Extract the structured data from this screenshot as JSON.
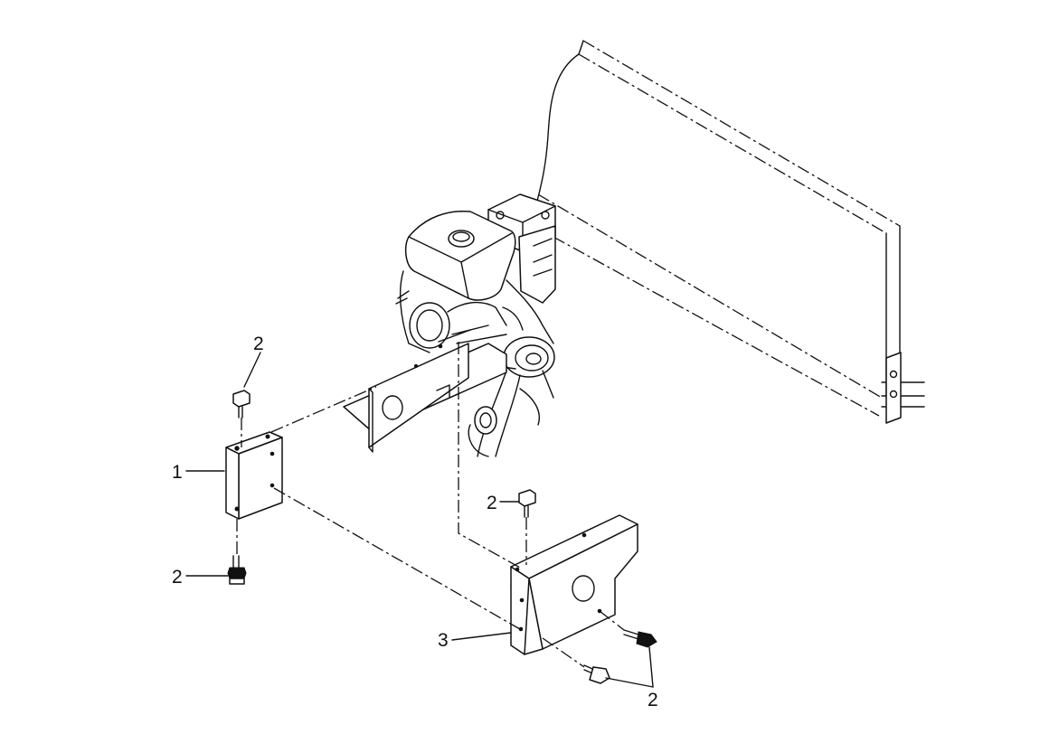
{
  "callouts": {
    "part_1": "1",
    "part_2_top": "2",
    "part_2_bottom_left": "2",
    "part_2_right_bracket": "2",
    "part_2_bottom_right": "2",
    "part_3": "3"
  }
}
